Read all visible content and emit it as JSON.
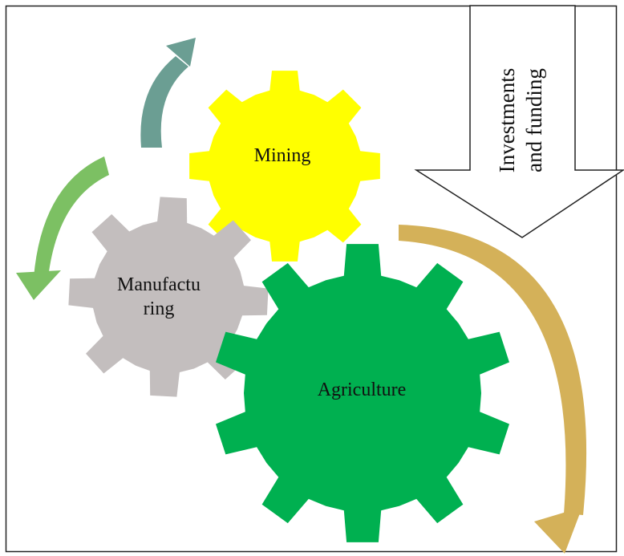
{
  "diagram": {
    "gears": {
      "mining": {
        "label": "Mining",
        "color": "#FFFF00"
      },
      "manufacturing": {
        "label_line1": "Manufactu",
        "label_line2": "ring",
        "color": "#C3BEBE"
      },
      "agriculture": {
        "label": "Agriculture",
        "color": "#00B050"
      }
    },
    "funding_arrow": {
      "label_line1": "Investments",
      "label_line2": "and funding"
    },
    "cycle_arrows": {
      "top_color": "#6B9E93",
      "left_color": "#7CC063",
      "right_color": "#D4B159"
    }
  }
}
